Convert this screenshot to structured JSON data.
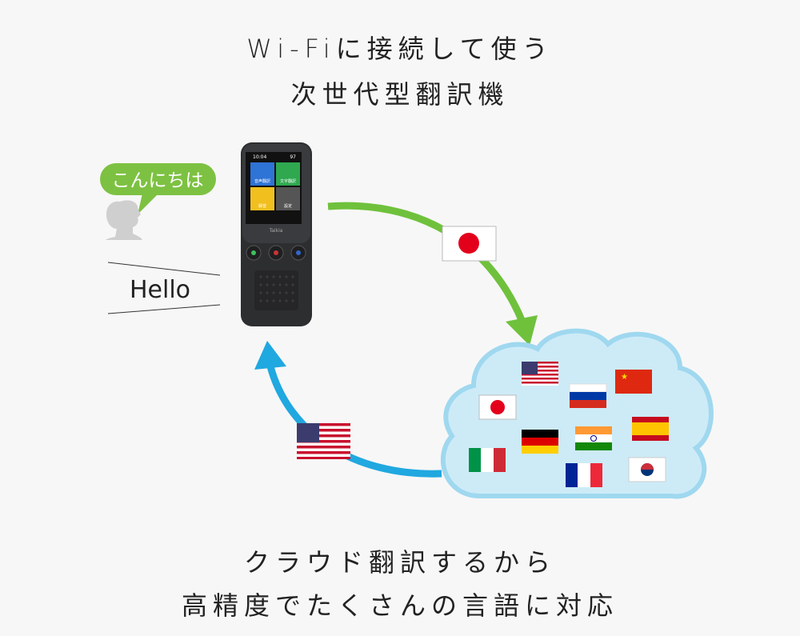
{
  "title": {
    "line1": "Wi-Fiに接続して使う",
    "line2": "次世代型翻訳機"
  },
  "footer": {
    "line1": "クラウド翻訳するから",
    "line2": "高精度でたくさんの言語に対応"
  },
  "bubble": {
    "text": "こんにちは"
  },
  "output": {
    "text": "Hello"
  },
  "device": {
    "brand": "Taikia",
    "time": "10:04",
    "battery": "97",
    "tiles": [
      "音声翻訳",
      "文字翻訳",
      "録音",
      "設定"
    ]
  },
  "colors": {
    "green_arrow": "#6fc13c",
    "blue_arrow": "#20a8e0",
    "cloud_fill": "#cdebf7",
    "cloud_stroke": "#9fd8ef"
  },
  "flags_in_cloud": [
    "usa",
    "russia",
    "china",
    "japan",
    "spain",
    "india",
    "germany",
    "italy",
    "france",
    "korea"
  ]
}
